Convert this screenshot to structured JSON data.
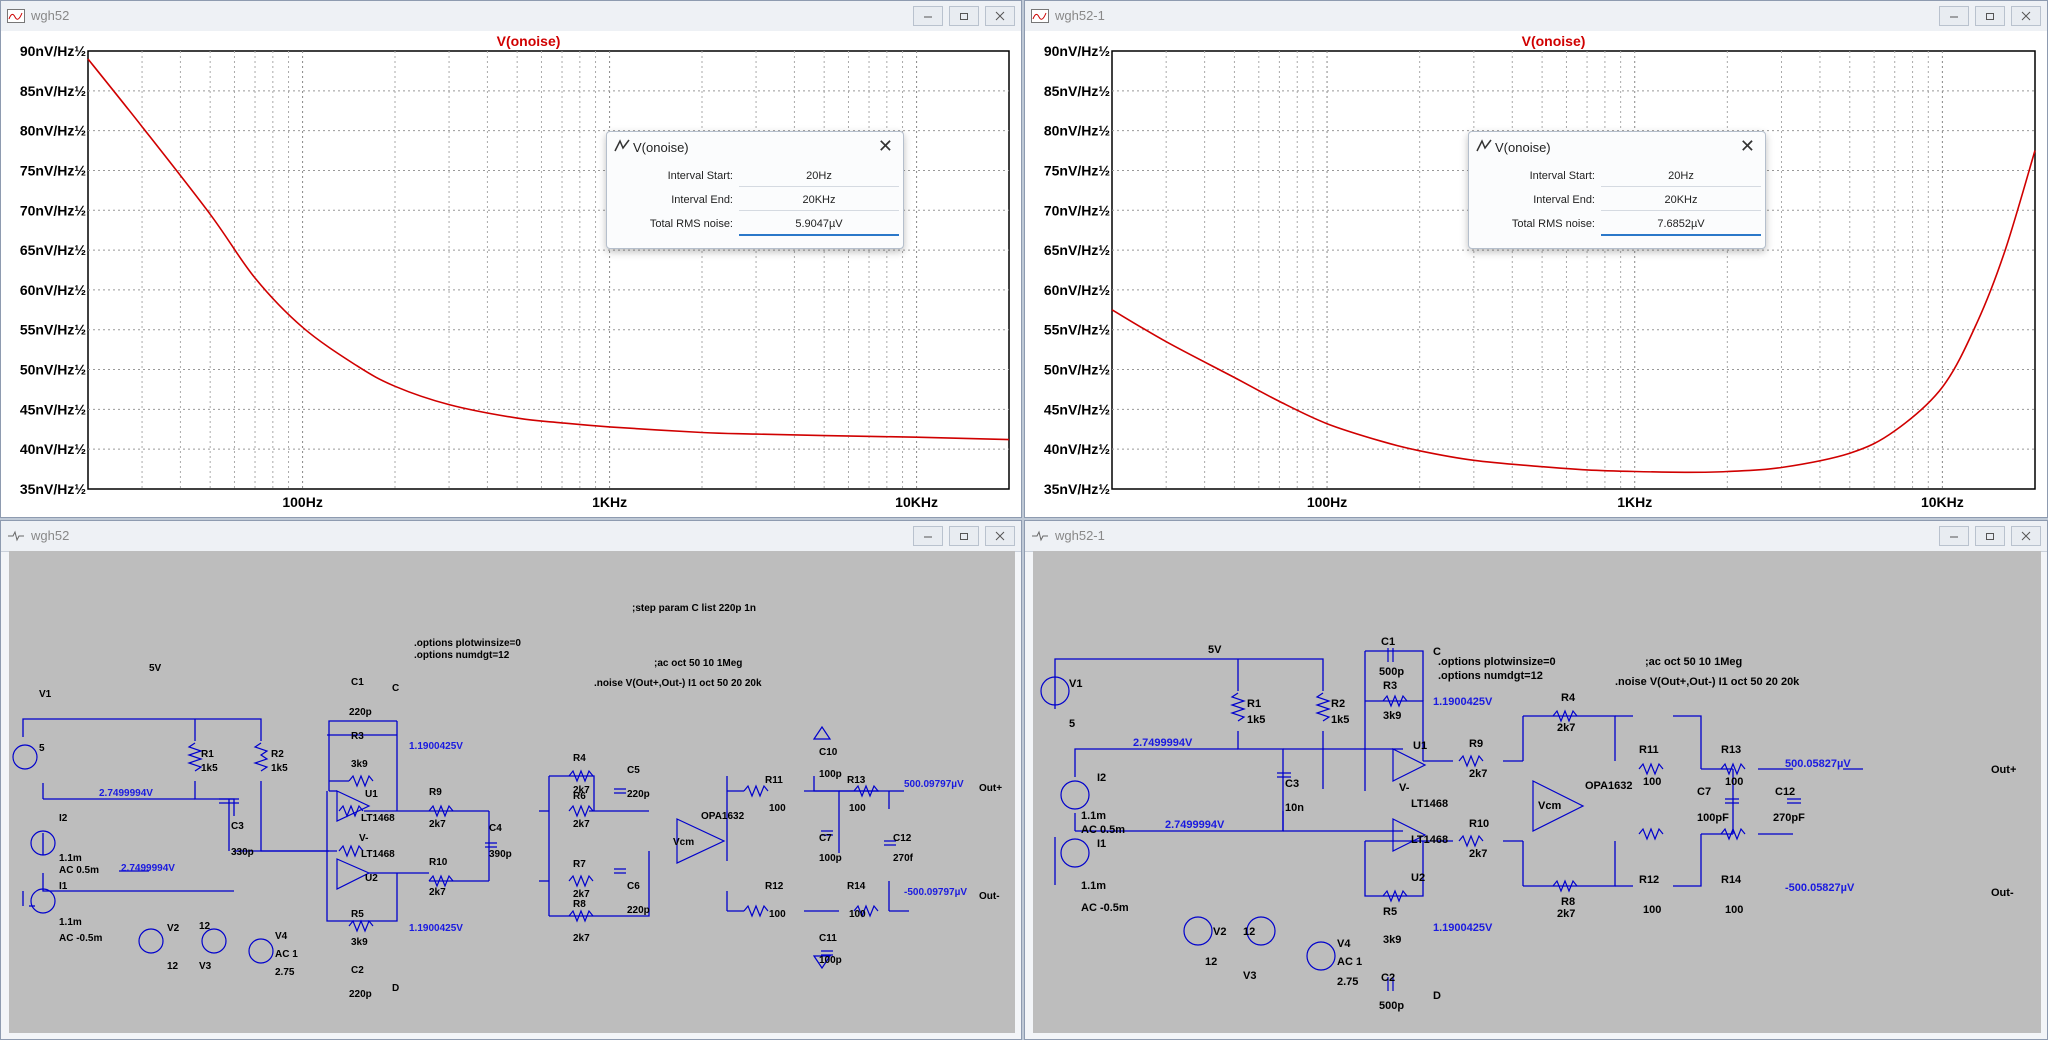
{
  "windows": {
    "plot_left": {
      "title": "wgh52",
      "trace_label": "V(onoise)",
      "y_ticks": [
        "90nV/Hz½",
        "85nV/Hz½",
        "80nV/Hz½",
        "75nV/Hz½",
        "70nV/Hz½",
        "65nV/Hz½",
        "60nV/Hz½",
        "55nV/Hz½",
        "50nV/Hz½",
        "45nV/Hz½",
        "40nV/Hz½",
        "35nV/Hz½"
      ],
      "x_ticks": [
        "100Hz",
        "1KHz",
        "10KHz"
      ],
      "dialog": {
        "title": "V(onoise)",
        "interval_start_label": "Interval Start:",
        "interval_start": "20Hz",
        "interval_end_label": "Interval End:",
        "interval_end": "20KHz",
        "rms_label": "Total RMS noise:",
        "rms": "5.9047µV"
      }
    },
    "plot_right": {
      "title": "wgh52-1",
      "trace_label": "V(onoise)",
      "y_ticks": [
        "90nV/Hz½",
        "85nV/Hz½",
        "80nV/Hz½",
        "75nV/Hz½",
        "70nV/Hz½",
        "65nV/Hz½",
        "60nV/Hz½",
        "55nV/Hz½",
        "50nV/Hz½",
        "45nV/Hz½",
        "40nV/Hz½",
        "35nV/Hz½"
      ],
      "x_ticks": [
        "100Hz",
        "1KHz",
        "10KHz"
      ],
      "dialog": {
        "title": "V(onoise)",
        "interval_start_label": "Interval Start:",
        "interval_start": "20Hz",
        "interval_end_label": "Interval End:",
        "interval_end": "20KHz",
        "rms_label": "Total RMS noise:",
        "rms": "7.6852µV"
      }
    },
    "schem_left": {
      "title": "wgh52",
      "directives": [
        ";step param C list 220p 1n",
        ";ac oct 50 10 1Meg",
        ".noise V(Out+,Out-) I1 oct 50 20 20k",
        ".options plotwinsize=0",
        ".options numdgt=12"
      ],
      "labels": {
        "v1": "V1",
        "v1_val": "5",
        "five_v": "5V",
        "r1": "R1",
        "r1_val": "1k5",
        "r2": "R2",
        "r2_val": "1k5",
        "i2": "I2",
        "i2_v1": "1.1m",
        "i2_v2": "AC 0.5m",
        "i1": "I1",
        "i1_v1": "1.1m",
        "i1_v2": "AC -0.5m",
        "c3": "C3",
        "c3_val": "330p",
        "v2": "V2",
        "v2_val": "12",
        "v3": "V3",
        "v3_val": "12",
        "v4": "V4",
        "v4_v1": "AC 1",
        "v4_v2": "2.75",
        "c1": "C1",
        "c1_val": "220p",
        "c2": "C2",
        "c2_val": "220p",
        "r3": "R3",
        "r3_val": "3k9",
        "r5": "R5",
        "r5_val": "3k9",
        "u1": "U1",
        "u2": "U2",
        "lt1": "LT1468",
        "lt2": "LT1468",
        "vminus": "V-",
        "node_c": "C",
        "node_d": "D",
        "r9": "R9",
        "r9_val": "2k7",
        "r10": "R10",
        "r10_val": "2k7",
        "c4": "C4",
        "c4_val": "390p",
        "r4": "R4",
        "r4_val": "2k7",
        "r6": "R6",
        "r6_val": "2k7",
        "r7": "R7",
        "r7_val": "2k7",
        "r8": "R8",
        "r8_val": "2k7",
        "c5": "C5",
        "c5_val": "220p",
        "c6": "C6",
        "c6_val": "220p",
        "opa": "OPA1632",
        "vcm": "Vcm",
        "r11": "R11",
        "r11_val": "100",
        "r12": "R12",
        "r12_val": "100",
        "r13": "R13",
        "r13_val": "100",
        "r14": "R14",
        "r14_val": "100",
        "c10": "C10",
        "c10_val": "100p",
        "c7": "C7",
        "c7_val": "100p",
        "c11": "C11",
        "c11_val": "100p",
        "c12": "C12",
        "c12_val": "270f",
        "volt_a": "2.7499994V",
        "volt_b": "2.7499994V",
        "volt_u1": "1.1900425V",
        "volt_u2": "1.1900425V",
        "out_p_val": "500.09797µV",
        "out_n_val": "-500.09797µV",
        "out_p": "Out+",
        "out_n": "Out-"
      }
    },
    "schem_right": {
      "title": "wgh52-1",
      "directives": [
        ".options plotwinsize=0",
        ".options numdgt=12",
        ";ac oct 50 10 1Meg",
        ".noise V(Out+,Out-) I1 oct 50 20 20k"
      ],
      "labels": {
        "v1": "V1",
        "v1_val": "5",
        "five_v": "5V",
        "r1": "R1",
        "r1_val": "1k5",
        "r2": "R2",
        "r2_val": "1k5",
        "i2": "I2",
        "i2_v1": "1.1m",
        "i2_v2": "AC 0.5m",
        "i1": "I1",
        "i1_v1": "1.1m",
        "i1_v2": "AC -0.5m",
        "c3": "C3",
        "c3_val": "10n",
        "v2": "V2",
        "v2_val": "12",
        "v3": "V3",
        "v3_val": "12",
        "v4": "V4",
        "v4_v1": "AC 1",
        "v4_v2": "2.75",
        "c1": "C1",
        "c1_val": "500p",
        "c2": "C2",
        "c2_val": "500p",
        "r3": "R3",
        "r3_val": "3k9",
        "r5": "R5",
        "r5_val": "3k9",
        "u1": "U1",
        "u2": "U2",
        "lt1": "LT1468",
        "lt2": "LT1468",
        "vminus": "V-",
        "node_c": "C",
        "node_d": "D",
        "r9": "R9",
        "r9_val": "2k7",
        "r10": "R10",
        "r10_val": "2k7",
        "r4": "R4",
        "r4_val": "2k7",
        "r8": "R8",
        "r8_val": "2k7",
        "opa": "OPA1632",
        "vcm": "Vcm",
        "r11": "R11",
        "r11_val": "100",
        "r12": "R12",
        "r12_val": "100",
        "r13": "R13",
        "r13_val": "100",
        "r14": "R14",
        "r14_val": "100",
        "c7": "C7",
        "c7_val": "100pF",
        "c12": "C12",
        "c12_val": "270pF",
        "volt_a": "2.7499994V",
        "volt_b": "2.7499994V",
        "volt_u1": "1.1900425V",
        "volt_u2": "1.1900425V",
        "out_p_val": "500.05827µV",
        "out_n_val": "-500.05827µV",
        "out_p": "Out+",
        "out_n": "Out-"
      }
    }
  },
  "colors": {
    "trace": "#d00000",
    "wire": "#0000cc",
    "net_label": "#1a1ae0",
    "schematic_bg": "#bdbdbd"
  },
  "chart_data": [
    {
      "type": "line",
      "title": "V(onoise)",
      "xlabel": "",
      "ylabel": "",
      "x_scale": "log",
      "xlim": [
        20,
        20000
      ],
      "ylim": [
        35,
        90
      ],
      "y_unit": "nV/Hz½",
      "grid": true,
      "series": [
        {
          "name": "V(onoise)",
          "x": [
            20,
            30,
            50,
            70,
            100,
            150,
            200,
            300,
            500,
            700,
            1000,
            2000,
            3000,
            5000,
            10000,
            20000
          ],
          "y": [
            89,
            80.5,
            69.5,
            61.5,
            55.3,
            50.5,
            47.9,
            45.6,
            43.9,
            43.3,
            42.8,
            42.1,
            41.9,
            41.7,
            41.5,
            41.2
          ]
        }
      ]
    },
    {
      "type": "line",
      "title": "V(onoise)",
      "xlabel": "",
      "ylabel": "",
      "x_scale": "log",
      "xlim": [
        20,
        20000
      ],
      "ylim": [
        35,
        90
      ],
      "y_unit": "nV/Hz½",
      "grid": true,
      "series": [
        {
          "name": "V(onoise)",
          "x": [
            20,
            30,
            50,
            70,
            100,
            150,
            200,
            300,
            500,
            700,
            1000,
            1500,
            2000,
            3000,
            5000,
            7000,
            10000,
            13000,
            16000,
            20000
          ],
          "y": [
            57.5,
            53.5,
            49,
            46,
            43.2,
            41,
            39.8,
            38.6,
            37.8,
            37.4,
            37.2,
            37.1,
            37.2,
            37.7,
            39.5,
            42.3,
            47.8,
            56,
            65,
            77.5
          ]
        }
      ]
    }
  ]
}
